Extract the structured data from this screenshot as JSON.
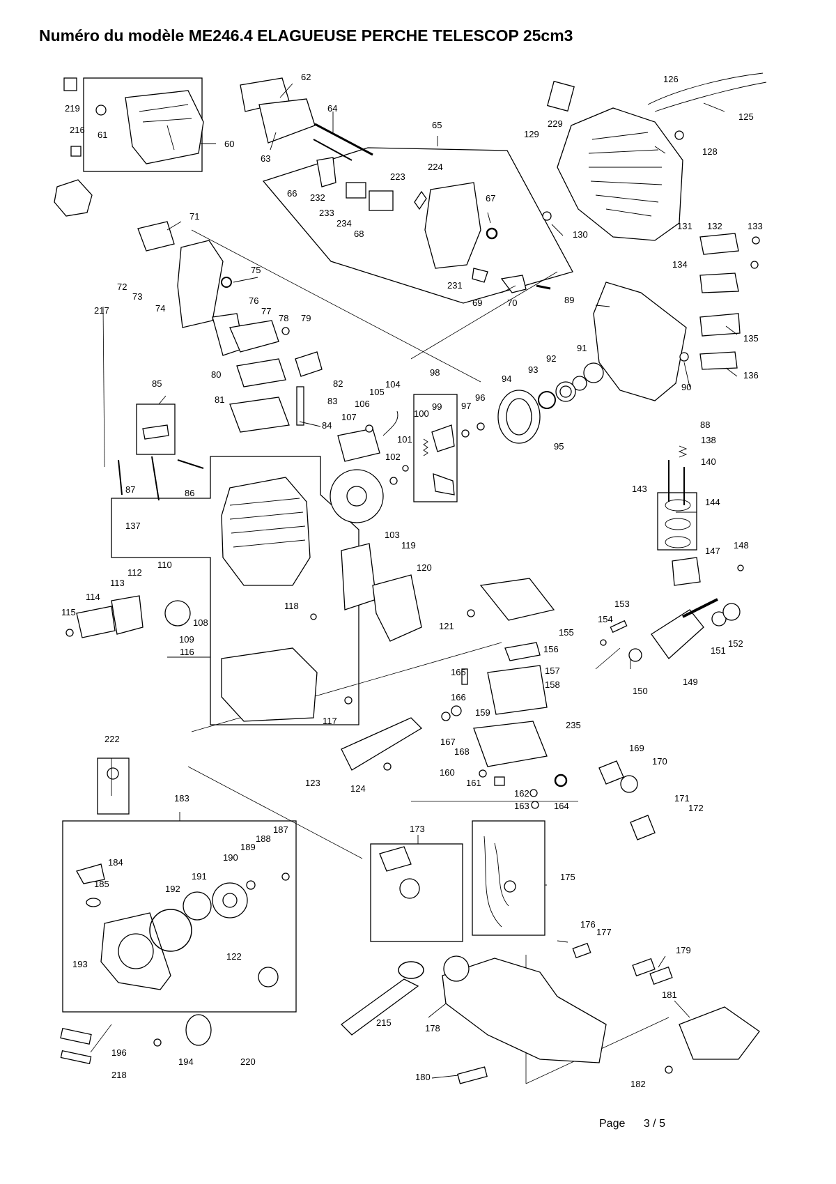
{
  "title": "Numéro du modèle ME246.4  ELAGUEUSE PERCHE TELESCOP 25cm3",
  "footer": {
    "page_label": "Page",
    "page_number": "3 / 5"
  },
  "labels": {
    "p60": "60",
    "p61": "61",
    "p62": "62",
    "p63": "63",
    "p64": "64",
    "p65": "65",
    "p66": "66",
    "p67": "67",
    "p68": "68",
    "p69": "69",
    "p70": "70",
    "p71": "71",
    "p72": "72",
    "p73": "73",
    "p74": "74",
    "p75": "75",
    "p76": "76",
    "p77": "77",
    "p78": "78",
    "p79": "79",
    "p80": "80",
    "p81": "81",
    "p82": "82",
    "p83": "83",
    "p84": "84",
    "p85": "85",
    "p86": "86",
    "p87": "87",
    "p88": "88",
    "p89": "89",
    "p90": "90",
    "p91": "91",
    "p92": "92",
    "p93": "93",
    "p94": "94",
    "p95": "95",
    "p96": "96",
    "p97": "97",
    "p98": "98",
    "p99": "99",
    "p100": "100",
    "p101": "101",
    "p102": "102",
    "p103": "103",
    "p104": "104",
    "p105": "105",
    "p106": "106",
    "p107": "107",
    "p108": "108",
    "p109": "109",
    "p110": "110",
    "p112": "112",
    "p113": "113",
    "p114": "114",
    "p115": "115",
    "p116": "116",
    "p117": "117",
    "p118": "118",
    "p119": "119",
    "p120": "120",
    "p121": "121",
    "p122": "122",
    "p123": "123",
    "p124": "124",
    "p125": "125",
    "p126": "126",
    "p128": "128",
    "p129": "129",
    "p130": "130",
    "p131": "131",
    "p132": "132",
    "p133": "133",
    "p134": "134",
    "p135": "135",
    "p136": "136",
    "p137": "137",
    "p138": "138",
    "p140": "140",
    "p143": "143",
    "p144": "144",
    "p147": "147",
    "p148": "148",
    "p149": "149",
    "p150": "150",
    "p151": "151",
    "p152": "152",
    "p153": "153",
    "p154": "154",
    "p155": "155",
    "p156": "156",
    "p157": "157",
    "p158": "158",
    "p159": "159",
    "p160": "160",
    "p161": "161",
    "p162": "162",
    "p163": "163",
    "p164": "164",
    "p165": "165",
    "p166": "166",
    "p167": "167",
    "p168": "168",
    "p169": "169",
    "p170": "170",
    "p171": "171",
    "p172": "172",
    "p173": "173",
    "p175": "175",
    "p176": "176",
    "p177": "177",
    "p178": "178",
    "p179": "179",
    "p180": "180",
    "p181": "181",
    "p182": "182",
    "p183": "183",
    "p184": "184",
    "p185": "185",
    "p187": "187",
    "p188": "188",
    "p189": "189",
    "p190": "190",
    "p191": "191",
    "p192": "192",
    "p193": "193",
    "p194": "194",
    "p196": "196",
    "p215": "215",
    "p216": "216",
    "p217": "217",
    "p218": "218",
    "p219": "219",
    "p220": "220",
    "p222": "222",
    "p223": "223",
    "p224": "224",
    "p229": "229",
    "p231": "231",
    "p232": "232",
    "p233": "233",
    "p234": "234",
    "p235": "235"
  }
}
